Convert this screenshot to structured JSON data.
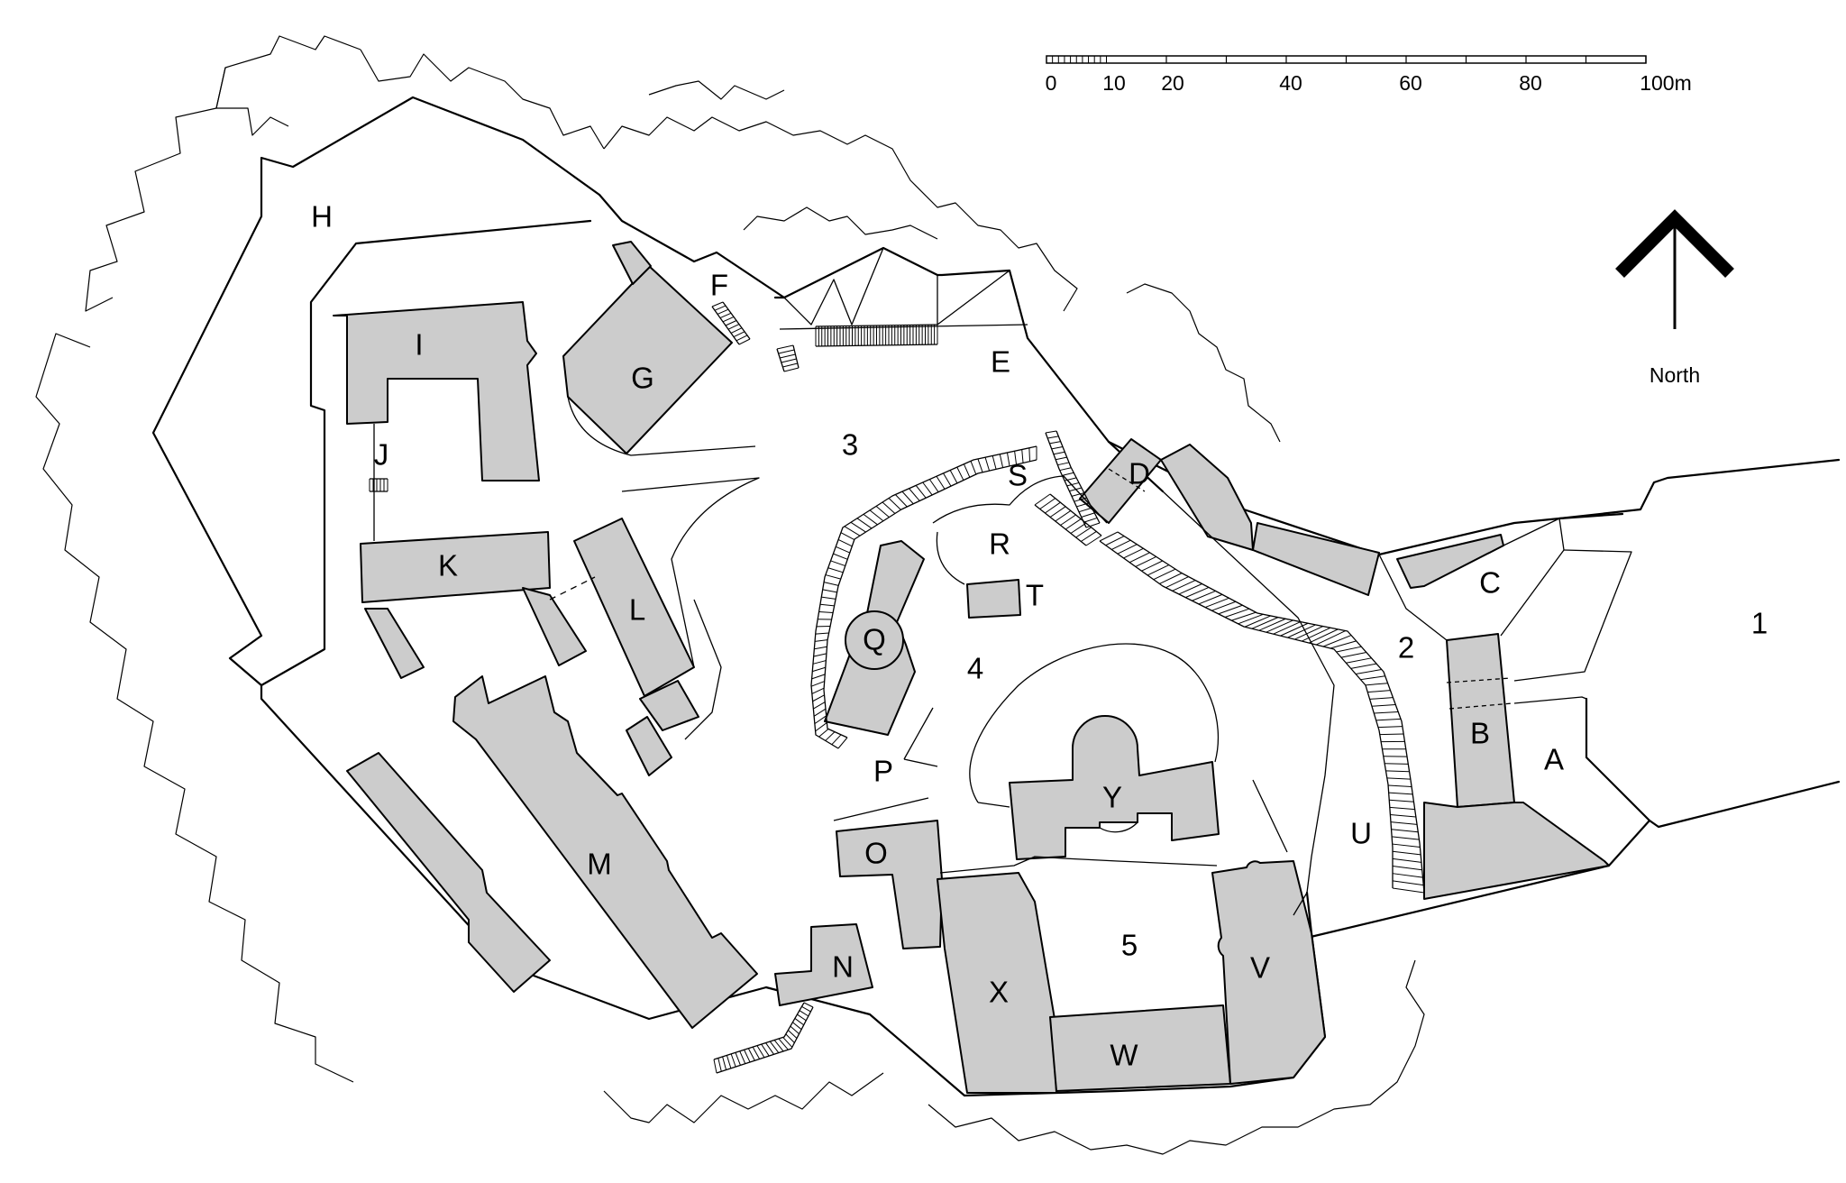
{
  "map": {
    "building_labels": {
      "A": "A",
      "B": "B",
      "C": "C",
      "D": "D",
      "E": "E",
      "F": "F",
      "G": "G",
      "H": "H",
      "I": "I",
      "J": "J",
      "K": "K",
      "L": "L",
      "M": "M",
      "N": "N",
      "O": "O",
      "P": "P",
      "Q": "Q",
      "R": "R",
      "S": "S",
      "T": "T",
      "U": "U",
      "V": "V",
      "W": "W",
      "X": "X",
      "Y": "Y"
    },
    "area_labels": {
      "a1": "1",
      "a2": "2",
      "a3": "3",
      "a4": "4",
      "a5": "5"
    },
    "scale_bar": {
      "ticks": [
        "0",
        "10",
        "20",
        "40",
        "60",
        "80",
        "100m"
      ]
    },
    "north_arrow": {
      "label": "North",
      "icon": "north-arrow-icon"
    },
    "colors": {
      "building_fill": "#cccccc",
      "line": "#000000",
      "background": "#ffffff"
    }
  }
}
